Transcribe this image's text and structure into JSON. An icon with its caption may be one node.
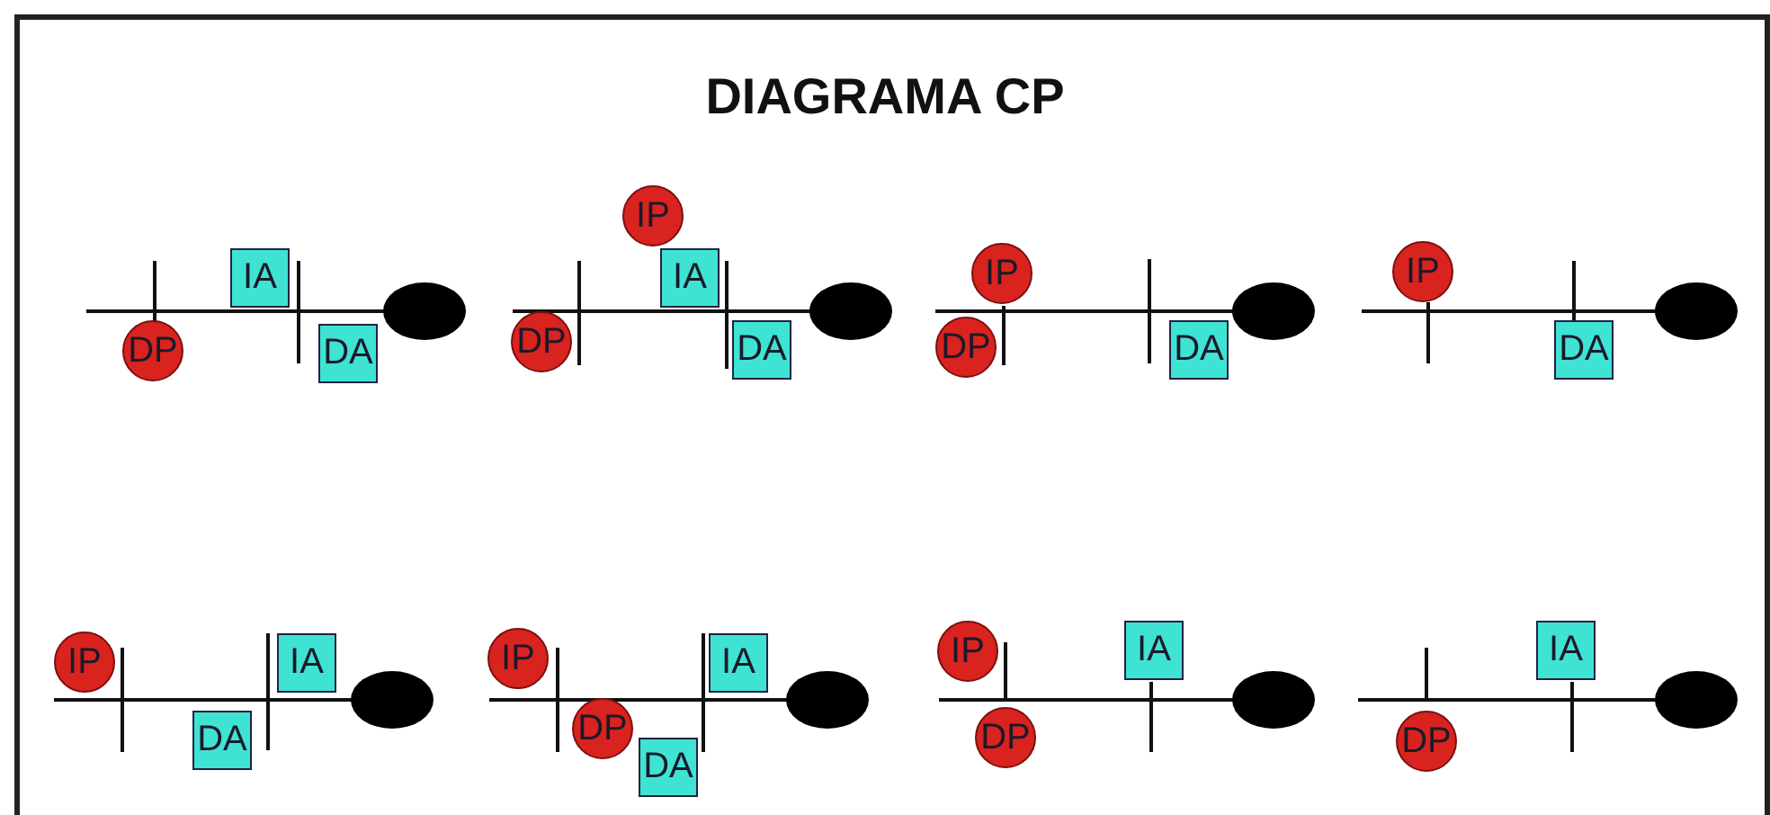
{
  "diagram": {
    "title": "DIAGRAMA CP",
    "nodes": [
      {
        "text": [
          "IA"
        ]
      },
      {
        "text": [
          "DP"
        ]
      },
      {
        "text": [
          "DA"
        ]
      },
      {
        "text": [],
        "shape": "ellipse"
      },
      {
        "text": [
          "IP"
        ]
      },
      {
        "text": [
          "IA"
        ]
      },
      {
        "text": [
          "DP"
        ]
      },
      {
        "text": [
          "DA"
        ]
      },
      {
        "text": [],
        "shape": "ellipse"
      },
      {
        "text": [
          "IP"
        ]
      },
      {
        "text": [
          "DP"
        ]
      },
      {
        "text": [
          "DA"
        ]
      },
      {
        "text": [],
        "shape": "ellipse"
      },
      {
        "text": [
          "IP"
        ]
      },
      {
        "text": [
          "DA"
        ]
      },
      {
        "text": [],
        "shape": "ellipse"
      },
      {
        "text": [
          "IP"
        ]
      },
      {
        "text": [
          "IA"
        ]
      },
      {
        "text": [
          "DA"
        ]
      },
      {
        "text": [],
        "shape": "ellipse"
      },
      {
        "text": [
          "IP"
        ]
      },
      {
        "text": [
          "IA"
        ]
      },
      {
        "text": [
          "DP"
        ]
      },
      {
        "text": [
          "DA"
        ]
      },
      {
        "text": [],
        "shape": "ellipse"
      },
      {
        "text": [
          "IP"
        ]
      },
      {
        "text": [
          "IA"
        ]
      },
      {
        "text": [
          "DP"
        ]
      },
      {
        "text": [],
        "shape": "ellipse"
      },
      {
        "text": [
          "IA"
        ]
      },
      {
        "text": [
          "DP"
        ]
      },
      {
        "text": [],
        "shape": "ellipse"
      }
    ]
  }
}
